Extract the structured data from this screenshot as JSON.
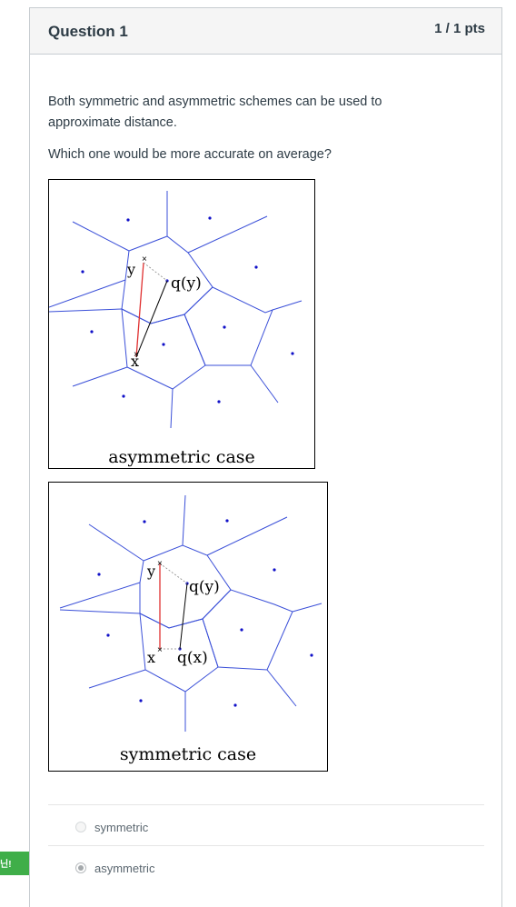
{
  "question": {
    "title": "Question 1",
    "points": "1 / 1 pts",
    "text1": "Both symmetric and asymmetric schemes can be used to approximate distance.",
    "text2": "Which one would be more accurate on average?"
  },
  "figures": {
    "asymmetric": {
      "caption": "asymmetric case",
      "labels": {
        "y": "y",
        "qy": "q(y)",
        "x": "x"
      }
    },
    "symmetric": {
      "caption": "symmetric case",
      "labels": {
        "y": "y",
        "qy": "q(y)",
        "x": "x",
        "qx": "q(x)"
      }
    }
  },
  "answers": [
    {
      "label": "symmetric",
      "selected": false
    },
    {
      "label": "asymmetric",
      "selected": true
    }
  ],
  "tag": {
    "text": "닌!",
    "color": "#3fae49"
  },
  "colors": {
    "voronoi": "#3a4fd8",
    "centroid": "#1010c8",
    "exact": "#e03030",
    "approx": "#000000"
  }
}
